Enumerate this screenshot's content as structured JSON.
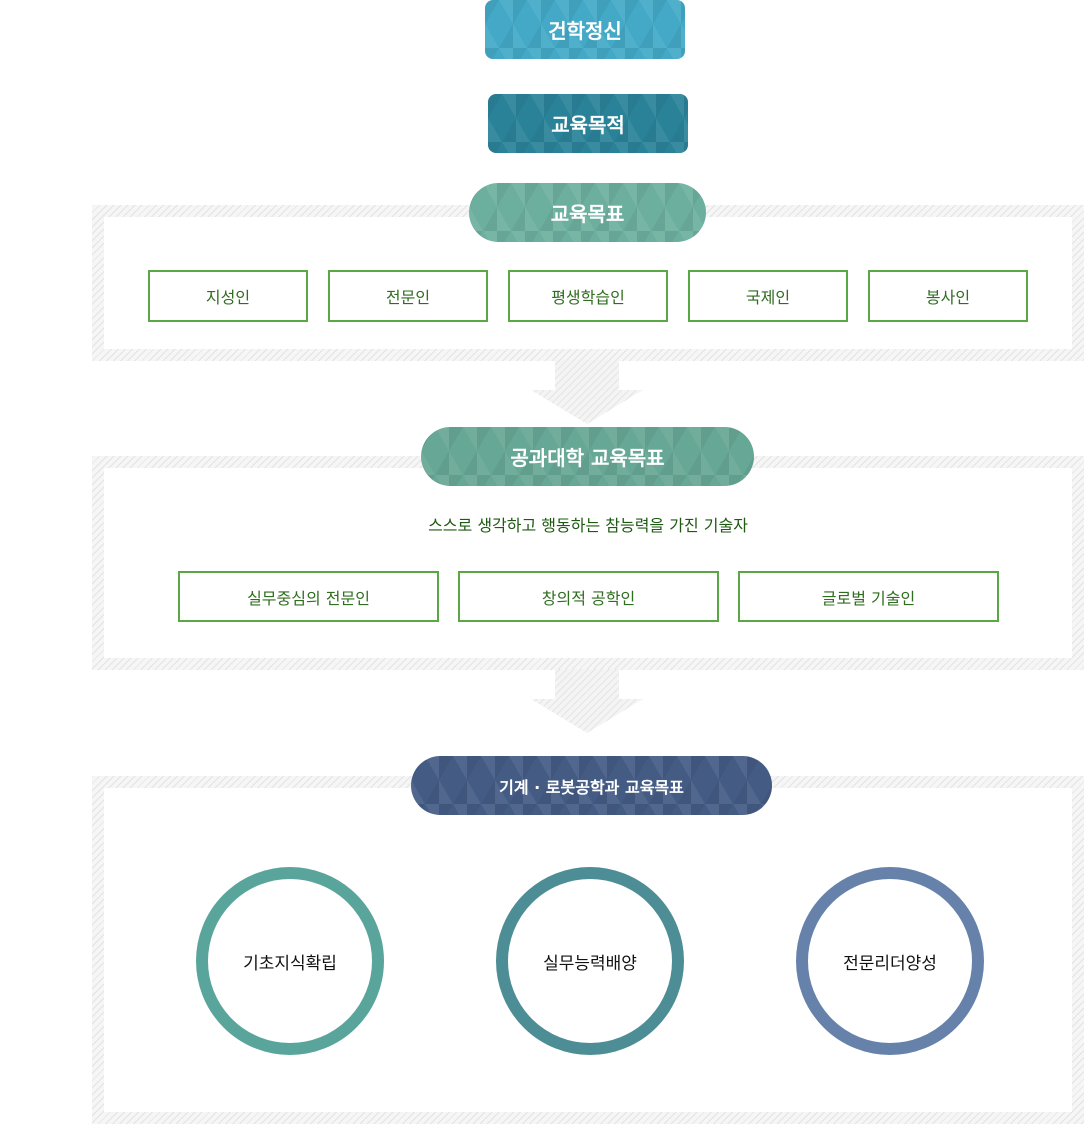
{
  "founding_spirit": {
    "label": "건학정신"
  },
  "educational_purpose": {
    "label": "교육목적"
  },
  "educational_goals": {
    "label": "교육목표",
    "items": [
      "지성인",
      "전문인",
      "평생학습인",
      "국제인",
      "봉사인"
    ]
  },
  "college_goals": {
    "label": "공과대학 교육목표",
    "description": "스스로 생각하고 행동하는 참능력을 가진 기술자",
    "items": [
      "실무중심의 전문인",
      "창의적 공학인",
      "글로벌 기술인"
    ]
  },
  "department_goals": {
    "label": "기계 · 로봇공학과 교육목표",
    "items": [
      "기초지식확립",
      "실무능력배양",
      "전문리더양성"
    ]
  },
  "colors": {
    "founding_spirit": "#43a9c6",
    "educational_purpose": "#2a8298",
    "educational_goals": "#6daf9e",
    "college_goals": "#67a795",
    "department_goals": "#445b84",
    "box_border": "#5aa845",
    "circle_1": "#5aa59b",
    "circle_2": "#4d8d95",
    "circle_3": "#6682ab"
  }
}
